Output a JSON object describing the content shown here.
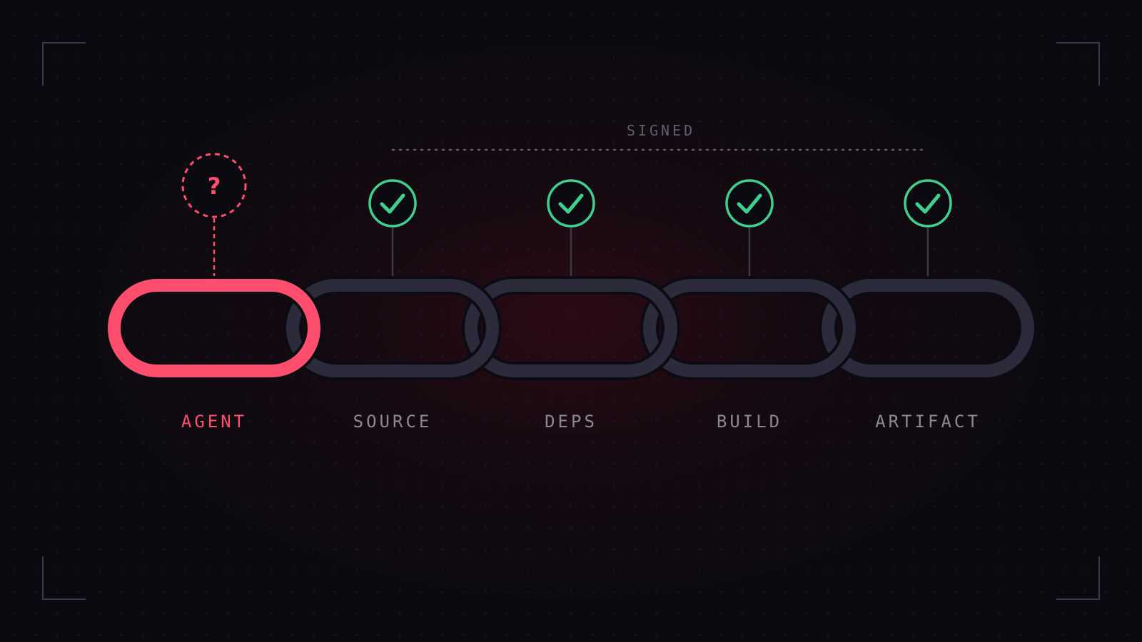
{
  "diagram": {
    "top_label": "SIGNED",
    "links": [
      {
        "label": "AGENT",
        "status": "unknown",
        "status_glyph": "?",
        "status_icon": "question-icon"
      },
      {
        "label": "SOURCE",
        "status": "verified",
        "status_icon": "checkmark-icon"
      },
      {
        "label": "DEPS",
        "status": "verified",
        "status_icon": "checkmark-icon"
      },
      {
        "label": "BUILD",
        "status": "verified",
        "status_icon": "checkmark-icon"
      },
      {
        "label": "ARTIFACT",
        "status": "verified",
        "status_icon": "checkmark-icon"
      }
    ]
  },
  "colors": {
    "background": "#0b0a10",
    "weak_link": "#ff4d6d",
    "chain_link": "#2c2b3c",
    "verified": "#3fcf8e",
    "label_muted": "#8a8998",
    "signed_label": "#5f5e6e",
    "frame_corner": "#3a3948"
  }
}
